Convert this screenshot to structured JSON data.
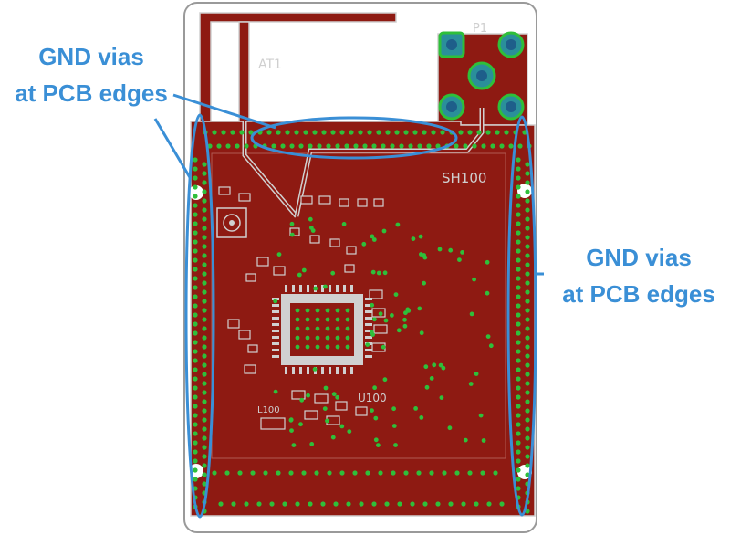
{
  "annotations": {
    "left": {
      "line1": "GND vias",
      "line2": "at PCB edges"
    },
    "right": {
      "line1": "GND vias",
      "line2": "at PCB edges"
    }
  },
  "silkscreen": {
    "antenna": "AT1",
    "connector": "P1",
    "shield": "SH100",
    "mcu": "U100",
    "inductor": "L100"
  },
  "colors": {
    "board_copper": "#8e1a12",
    "trace_outline": "#d0d0d0",
    "via": "#2fbf3a",
    "callout": "#3a8fd6",
    "board_outline": "#9a9a9a"
  }
}
